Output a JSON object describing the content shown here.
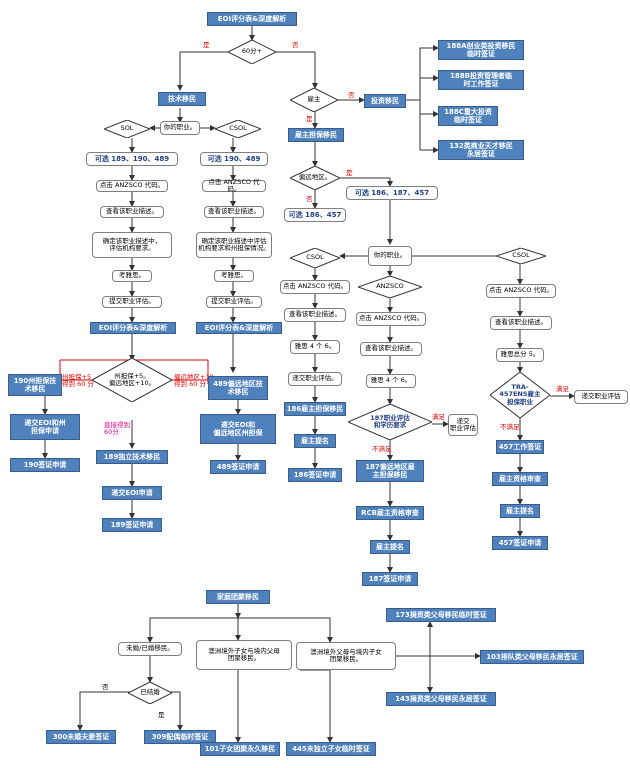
{
  "colors": {
    "accent_blue": "#4f81bd",
    "edge_red": "#e00000",
    "edge_pink": "#e00080"
  },
  "nodes": {
    "top_title": "EOI评分表&深度解析",
    "tech_migration": "技术移民",
    "employer_sponsor": "雇主担保移民",
    "employer": "雇主",
    "invest_migration": "投资移民",
    "visa_188a": "188A创业类投资移民\n临时签证",
    "visa_188b": "188B投资管理者临\n时工作签证",
    "visa_188c": "188C重大投资\n临时签证",
    "visa_132": "132类商业天才移民\n永居签证",
    "optional_189_190_489": "可选 189、190、489",
    "optional_190_489": "可选 190、489",
    "click_anzsco_1": "点击 ANZSCO 代码。",
    "click_anzsco_2": "点击 ANZSCO 代码。",
    "view_desc_1": "查看该职业描述。",
    "view_desc_2": "查看该职业描述。",
    "confirm_desc_1": "确定该职业描述中，\n评估机构要求。",
    "confirm_desc_2": "确定该职业描述中评估\n机构要求和州担保情况。",
    "exam_1": "考雅思。",
    "exam_2": "考雅思。",
    "submit_assess_1": "提交职业评估。",
    "submit_assess_2": "提交职业评估。",
    "eoi_1": "EOI评分表&深度解析",
    "eoi_2": "EOI评分表&深度解析",
    "remote_area": "偏远地区。",
    "optional_186_457": "可选 186、457",
    "optional_186_187_457": "可选 186、187、457",
    "your_occupation": "你的职业。",
    "state_190": "190州担保技\n术移民",
    "remote_489": "489偏远地区技\n术移民",
    "submit_eoi_190": "递交EOI和州\n担保申请",
    "submit_eoi_489": "递交EOI和\n偏远地区州担保",
    "visa_190_apply": "190签证申请",
    "visa_489_apply": "489签证申请",
    "independent_189": "189独立技术移民",
    "submit_eoi_189": "递交EOI申请",
    "visa_189_apply": "189签证申请",
    "click_anzsco_3": "点击 ANZSCO 代码。",
    "click_anzsco_4": "点击 ANZSCO 代码。",
    "click_anzsco_5": "点击 ANZSCO 代码。",
    "view_desc_3": "查看该职业描述。",
    "view_desc_4": "查看该职业描述。",
    "view_desc_5": "查看该职业描述。",
    "ielts_4x6_1": "雅思 4 个 6。",
    "ielts_4x6_2": "雅思 4 个 6。",
    "ielts_total_5": "雅思总分 5。",
    "submit_assess_3": "递交职业评估。",
    "submit_assess_4": "递交职业评估。",
    "employer_186": "186雇主担保移民",
    "employer_nominate_1": "雇主提名",
    "visa_186_apply": "186签证申请",
    "employer_187": "187偏远地区雇\n主担保移民",
    "rcb_review": "RCB雇主资格审查",
    "employer_nominate_2": "雇主提名",
    "visa_187_apply": "187签证申请",
    "visa_457_work": "457工作签证",
    "employer_qual": "雇主资格审查",
    "employer_nominate_3": "雇主提名",
    "visa_457_apply": "457签证申请",
    "family_reunion": "家庭团聚移民",
    "unmarried_partner": "未婚/已婚移民。",
    "aus_child_parent": "澳洲境外子女与境内父母\n团聚移民。",
    "aus_parent_child": "澳洲境外父母与境内子女\n团聚移民。",
    "visa_173": "173捐资类父母移民临时签证",
    "visa_103": "103排队类父母移民永居签证",
    "visa_143": "143捐资类父母移民永居签证",
    "visa_300": "300未婚夫妻签证",
    "visa_309": "309配偶临时签证",
    "visa_101": "101子女团聚永久移民",
    "visa_445": "445未独立子女临时签证"
  },
  "diamonds": {
    "score_60": "60分+",
    "employer_q": "雇主",
    "your_occ": "你的职业。",
    "sol_left": "SOL",
    "csol_left": "CSOL",
    "csol_mid": "CSOL",
    "anzsco_mid": "ANZSCO",
    "csol_right": "CSOL",
    "state_remote": "州担保+5。\n偏远地区+10。",
    "assess_187": "187职业评估\n和学历要求",
    "tra_457": "TRA-\n457ENS雇主\n担保职业",
    "married": "已结婚"
  },
  "labels": {
    "yes_1": "是",
    "no_1": "否",
    "yes_2": "是",
    "no_2": "否",
    "remote_yes": "是",
    "remote_no": "否",
    "state_ok": "州担保+5\n得到 60 分",
    "remote_ok": "偏远地区+10\n得到 60 分",
    "no_bonus": "直接得到\n60分",
    "meets": "满足",
    "not_meet_1": "不满足",
    "not_meet_2": "不满足",
    "meets_2": "满足",
    "no_married": "否",
    "yes_married": "是",
    "assess_box": "递交\n职业评估",
    "submit_assess_side": "递交职业评估"
  }
}
